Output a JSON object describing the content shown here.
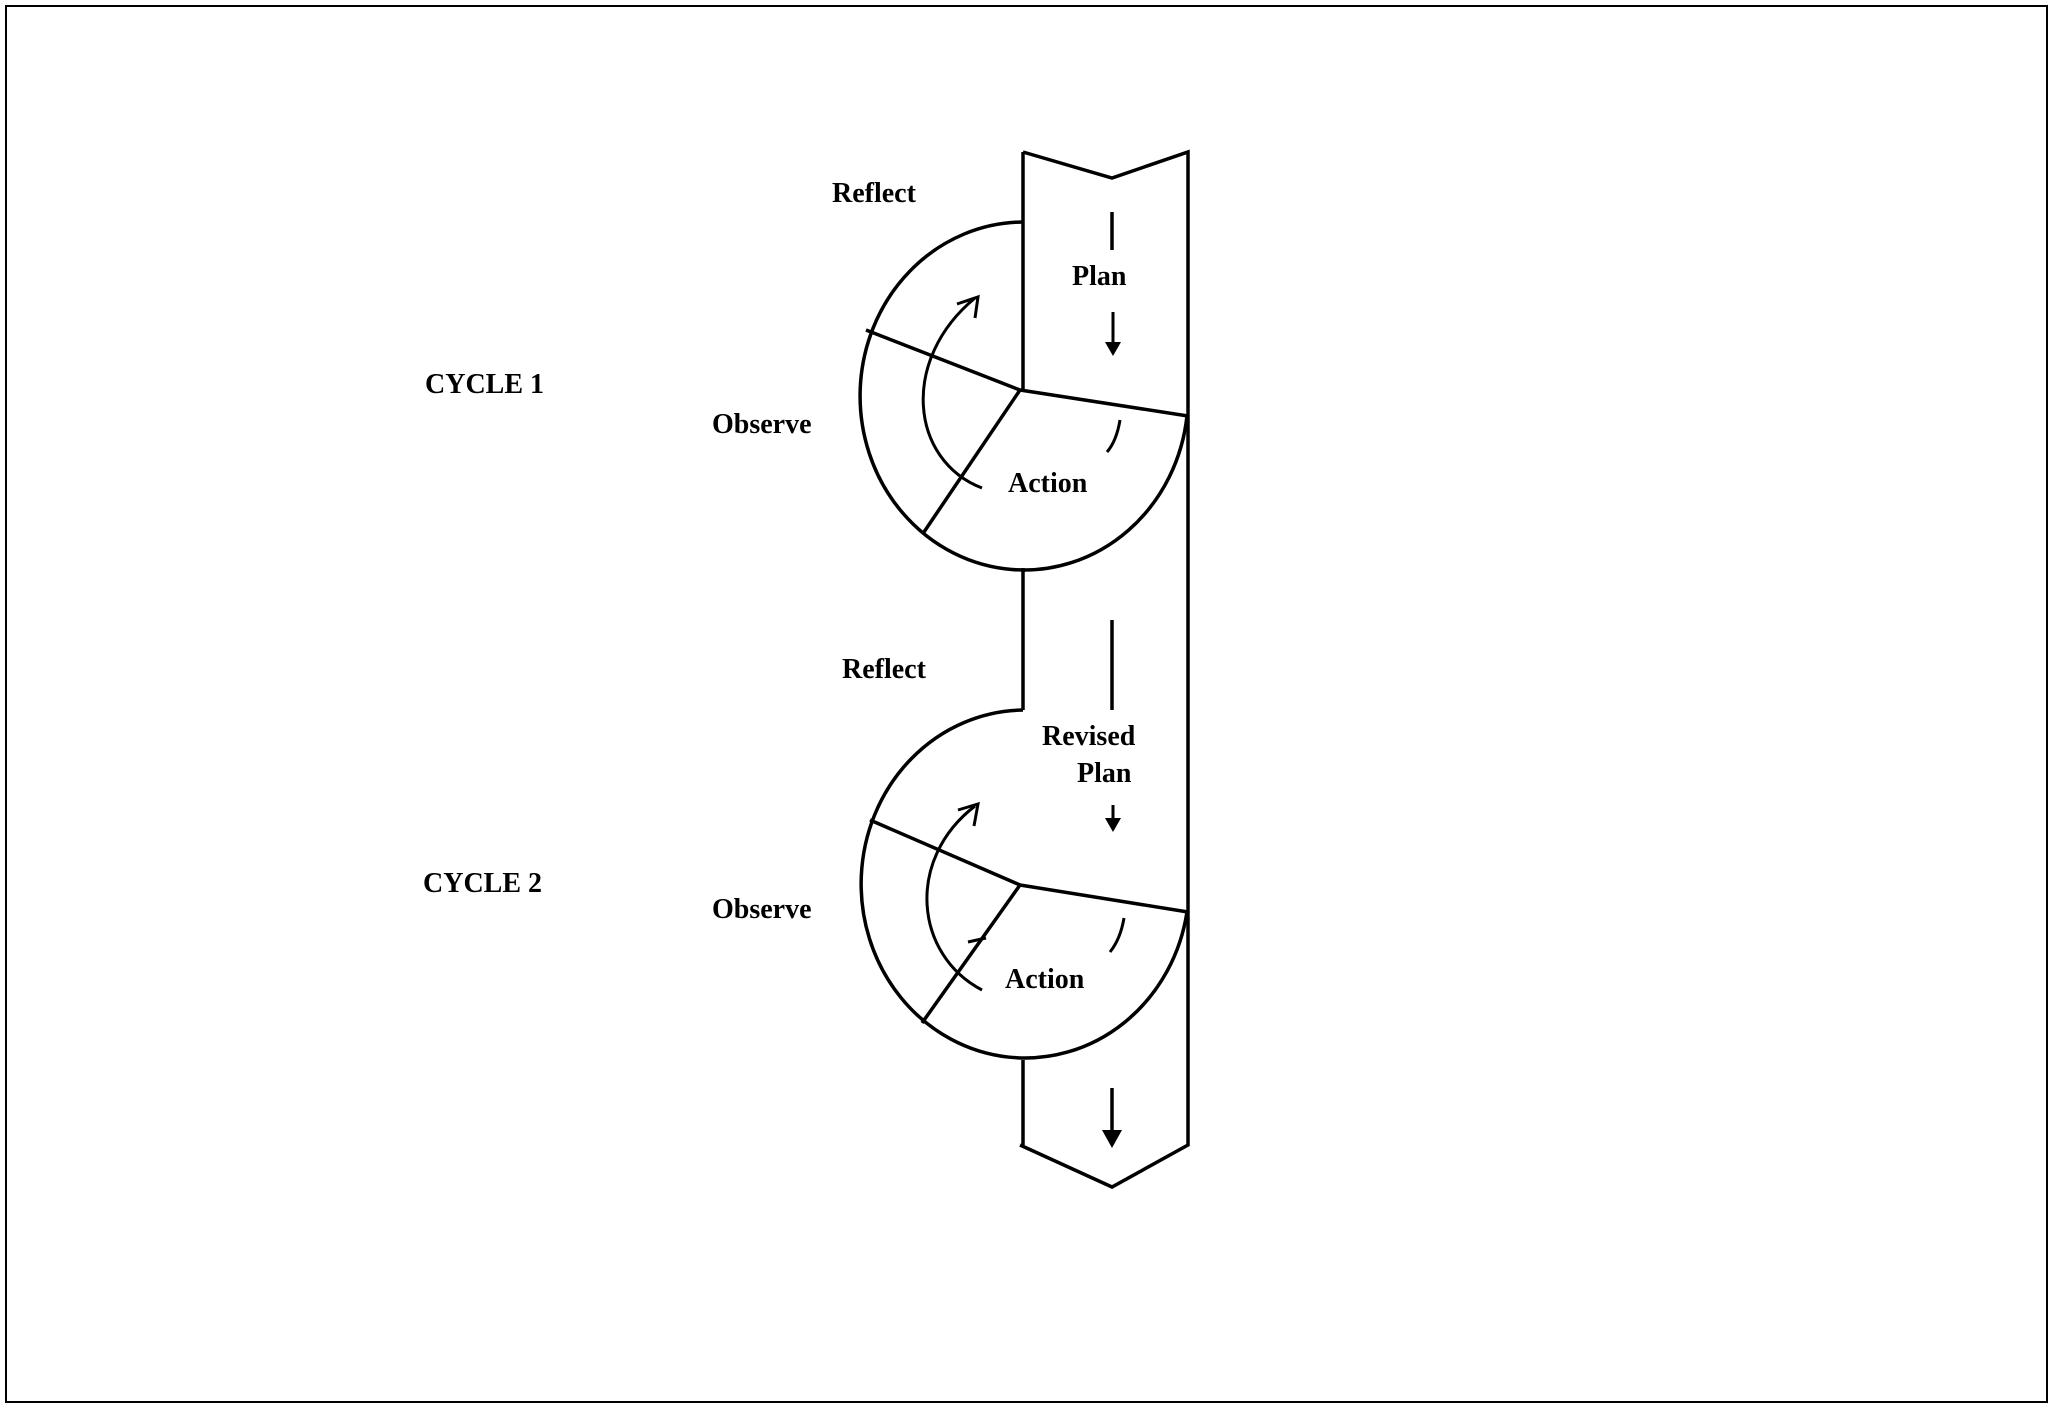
{
  "diagram": {
    "cycles": [
      {
        "label": "CYCLE 1",
        "reflect": "Reflect",
        "observe": "Observe",
        "action": "Action",
        "plan": "Plan"
      },
      {
        "label": "CYCLE 2",
        "reflect": "Reflect",
        "observe": "Observe",
        "action": "Action",
        "plan_line1": "Revised",
        "plan_line2": "Plan"
      }
    ]
  },
  "colors": {
    "stroke": "#000000",
    "background": "#ffffff"
  }
}
